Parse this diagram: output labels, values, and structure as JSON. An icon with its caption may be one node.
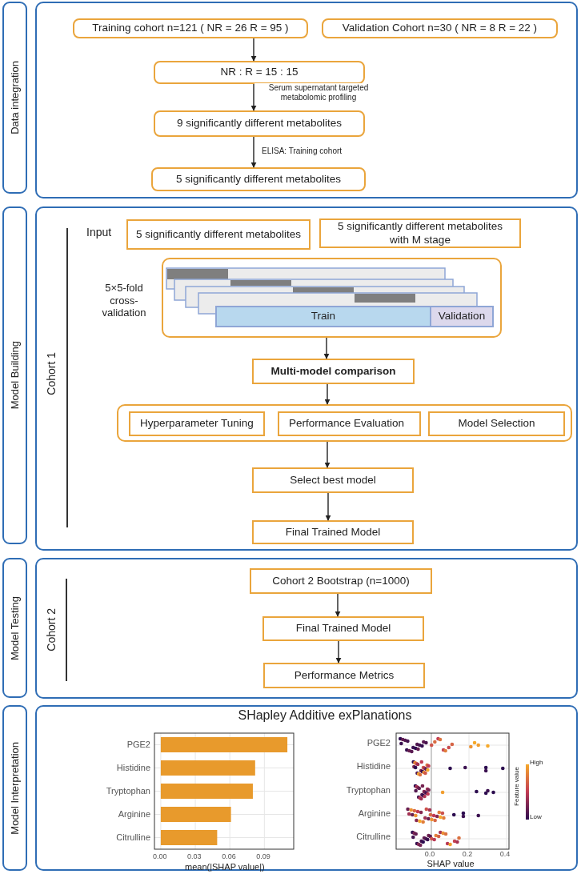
{
  "diagram": {
    "nodes": [
      {
        "text": [
          "Data integration"
        ]
      },
      {
        "text": [],
        "shape": "box"
      },
      {
        "text": [
          "Training cohort n=121 ( NR = 26 R = 95 )"
        ],
        "in": 1
      },
      {
        "text": [
          "Validation Cohort n=30 ( NR = 8 R = 22 )"
        ],
        "in": 1
      },
      {
        "text": [
          "NR : R = 15 : 15"
        ],
        "in": 1
      },
      {
        "text": [
          "9 significantly different metabolites"
        ],
        "in": 1
      },
      {
        "text": [
          "5 significantly different metabolites"
        ],
        "in": 1
      },
      {
        "text": [
          "Model Building"
        ]
      },
      {
        "text": [],
        "shape": "box"
      },
      {
        "text": [
          "5 significantly different metabolites"
        ],
        "in": 8
      },
      {
        "text": [
          "5 significantly different metabolites with M stage"
        ],
        "in": 8
      },
      {
        "text": [
          "5×5-fold cross-validation"
        ],
        "in": 8
      },
      {
        "text": [
          "Train"
        ],
        "in": 11
      },
      {
        "text": [
          "Validation"
        ],
        "in": 11
      },
      {
        "text": [
          "Multi-model comparison"
        ],
        "in": 8
      },
      {
        "text": [],
        "shape": "box",
        "in": 8
      },
      {
        "text": [
          "Hyperparameter Tuning"
        ],
        "in": 15
      },
      {
        "text": [
          "Performance Evaluation"
        ],
        "in": 15
      },
      {
        "text": [
          "Model Selection"
        ],
        "in": 15
      },
      {
        "text": [
          "Select best model"
        ],
        "in": 8
      },
      {
        "text": [
          "Final Trained Model"
        ],
        "in": 8
      },
      {
        "text": [
          "Model Testing"
        ]
      },
      {
        "text": [],
        "shape": "box"
      },
      {
        "text": [
          "Cohort 2 Bootstrap (n=1000)"
        ],
        "in": 22
      },
      {
        "text": [
          "Final Trained Model"
        ],
        "in": 22
      },
      {
        "text": [
          "Performance Metrics"
        ],
        "in": 22
      },
      {
        "text": [
          "Model Interpretation"
        ]
      },
      {
        "text": [],
        "shape": "box"
      }
    ],
    "edges": [
      {
        "from": 2,
        "to": 4,
        "arrow": "to"
      },
      {
        "from": 4,
        "to": 5,
        "arrow": "to",
        "label": "Serum supernatant targeted metabolomic profiling"
      },
      {
        "from": 5,
        "to": 6,
        "arrow": "to",
        "label": "ELISA: Training cohort"
      },
      {
        "from": 11,
        "to": 14,
        "arrow": "to"
      },
      {
        "from": 14,
        "to": 15,
        "arrow": "to"
      },
      {
        "from": 15,
        "to": 19,
        "arrow": "to"
      },
      {
        "from": 19,
        "to": 20,
        "arrow": "to"
      },
      {
        "from": 23,
        "to": 24,
        "arrow": "to"
      },
      {
        "from": 24,
        "to": 25,
        "arrow": "to"
      }
    ],
    "labels": [
      "Input",
      "Cohort 1",
      "Cohort 2",
      "SHapley Additive exPlanations",
      "PGE2",
      "Histidine",
      "Tryptophan",
      "Arginine",
      "Citrulline",
      "0.0",
      "0.2",
      "0.4",
      "SHAP value",
      "High",
      "Feature value",
      "Low"
    ],
    "chart_data": {
      "type": "bar",
      "orientation": "horizontal",
      "grid": true,
      "xlabel": "mean(|SHAP value|)",
      "categories": [
        "PGE2",
        "Histidine",
        "Tryptophan",
        "Arginine",
        "Citrulline"
      ],
      "series": [
        {
          "color": "#e89a2c",
          "values": [
            0.11,
            0.082,
            0.08,
            0.061,
            0.049
          ]
        }
      ],
      "xlim": [
        -0.0055,
        0.1155
      ],
      "xticks": [
        {
          "value": 0,
          "label": "0.00"
        },
        {
          "value": 0.03,
          "label": "0.03"
        },
        {
          "value": 0.06,
          "label": "0.06"
        },
        {
          "value": 0.09,
          "label": "0.09"
        }
      ]
    }
  }
}
